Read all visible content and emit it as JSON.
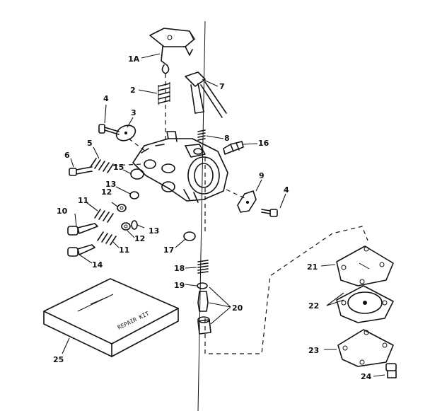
{
  "diagram": {
    "callouts": [
      {
        "id": "1A",
        "text": "1A"
      },
      {
        "id": "2",
        "text": "2"
      },
      {
        "id": "3",
        "text": "3"
      },
      {
        "id": "4a",
        "text": "4"
      },
      {
        "id": "4b",
        "text": "4"
      },
      {
        "id": "5",
        "text": "5"
      },
      {
        "id": "6",
        "text": "6"
      },
      {
        "id": "7",
        "text": "7"
      },
      {
        "id": "8",
        "text": "8"
      },
      {
        "id": "9",
        "text": "9"
      },
      {
        "id": "10",
        "text": "10"
      },
      {
        "id": "11a",
        "text": "11"
      },
      {
        "id": "11b",
        "text": "11"
      },
      {
        "id": "12a",
        "text": "12"
      },
      {
        "id": "12b",
        "text": "12"
      },
      {
        "id": "13a",
        "text": "13"
      },
      {
        "id": "13b",
        "text": "13"
      },
      {
        "id": "14",
        "text": "14"
      },
      {
        "id": "15",
        "text": "15"
      },
      {
        "id": "16",
        "text": "16"
      },
      {
        "id": "17",
        "text": "17"
      },
      {
        "id": "18",
        "text": "18"
      },
      {
        "id": "19",
        "text": "19"
      },
      {
        "id": "20",
        "text": "20"
      },
      {
        "id": "21",
        "text": "21"
      },
      {
        "id": "22",
        "text": "22"
      },
      {
        "id": "23",
        "text": "23"
      },
      {
        "id": "24",
        "text": "24"
      },
      {
        "id": "25",
        "text": "25"
      }
    ],
    "kit_label": "REPAIR KIT"
  }
}
